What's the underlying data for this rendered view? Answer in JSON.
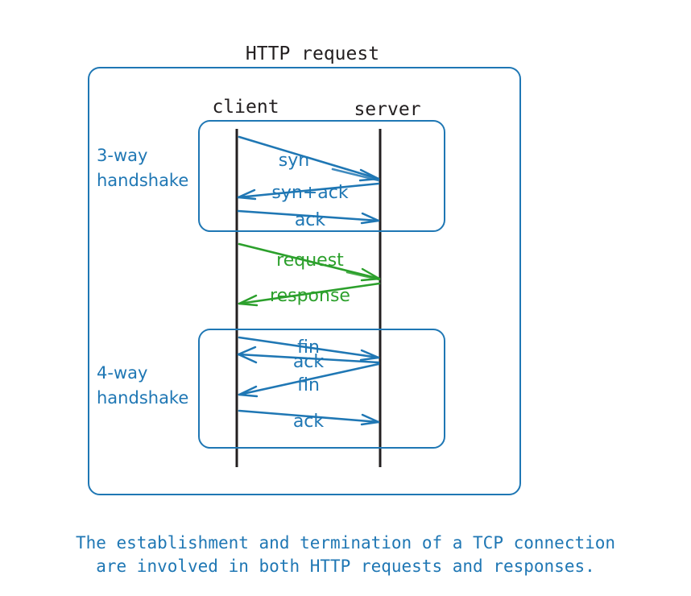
{
  "title": "HTTP request",
  "actors": {
    "client": "client",
    "server": "server"
  },
  "groups": [
    {
      "id": "three-way",
      "label_line1": "3-way",
      "label_line2": "handshake"
    },
    {
      "id": "four-way",
      "label_line1": "4-way",
      "label_line2": "handshake"
    }
  ],
  "messages": {
    "handshake3": [
      {
        "label": "syn",
        "direction": "client-to-server",
        "color": "#1f77b4"
      },
      {
        "label": "syn+ack",
        "direction": "server-to-client",
        "color": "#1f77b4"
      },
      {
        "label": "ack",
        "direction": "client-to-server",
        "color": "#1f77b4"
      }
    ],
    "http": [
      {
        "label": "request",
        "direction": "client-to-server",
        "color": "#2ca02c"
      },
      {
        "label": "response",
        "direction": "server-to-client",
        "color": "#2ca02c"
      }
    ],
    "handshake4": [
      {
        "label": "fin",
        "direction": "client-to-server",
        "color": "#1f77b4"
      },
      {
        "label": "ack",
        "direction": "server-to-client",
        "color": "#1f77b4"
      },
      {
        "label": "fin",
        "direction": "server-to-client",
        "color": "#1f77b4"
      },
      {
        "label": "ack",
        "direction": "client-to-server",
        "color": "#1f77b4"
      }
    ]
  },
  "caption": {
    "line1": "The establishment and termination of a TCP connection",
    "line2": "are involved in both HTTP requests and responses."
  },
  "colors": {
    "blue": "#1f77b4",
    "green": "#2ca02c",
    "black": "#231f20",
    "background": "#ffffff"
  }
}
